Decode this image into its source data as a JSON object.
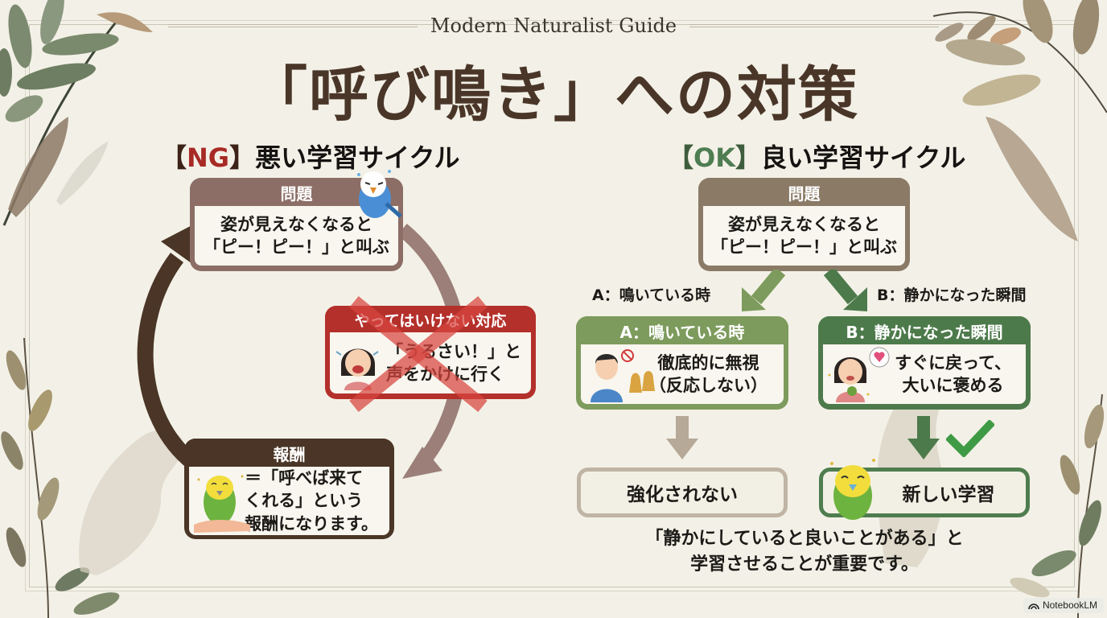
{
  "header": {
    "subtitle": "Modern Naturalist Guide",
    "title": "「呼び鳴き」への対策"
  },
  "ng_section": {
    "tag_open": "【",
    "tag": "NG",
    "tag_close": "】",
    "title": "悪い学習サイクル",
    "problem": {
      "heading": "問題",
      "line1": "姿が見えなくなると",
      "line2": "「ピー！ピー！」と叫ぶ"
    },
    "bad_response": {
      "heading": "やってはいけない対応",
      "line1": "「うるさい！」と",
      "line2": "声をかけに行く"
    },
    "reward": {
      "heading": "報酬",
      "line1": "＝「呼べば来て",
      "line2": "くれる」という",
      "line3": "報酬になります。"
    },
    "colors": {
      "accent": "#a82a25",
      "problem_header": "#8c6e66",
      "bad_header": "#b4302b",
      "reward_header": "#4a3526",
      "arrow_dark": "#4a3526",
      "arrow_light": "#9b7f78"
    }
  },
  "ok_section": {
    "tag_open": "【",
    "tag": "OK",
    "tag_close": "】",
    "title": "良い学習サイクル",
    "problem": {
      "heading": "問題",
      "line1": "姿が見えなくなると",
      "line2": "「ピー！ピー！」と叫ぶ"
    },
    "branch_a_label": "A：鳴いている時",
    "branch_b_label": "B：静かになった瞬間",
    "case_a": {
      "heading": "A：鳴いている時",
      "line1": "徹底的に無視",
      "line2": "（反応しない）"
    },
    "case_b": {
      "heading": "B：静かになった瞬間",
      "line1": "すぐに戻って、",
      "line2": "大いに褒める"
    },
    "result_a": "強化されない",
    "result_b": "新しい学習",
    "summary_line1": "「静かにしていると良いことがある」と",
    "summary_line2": "学習させることが重要です。",
    "colors": {
      "accent": "#4f7d52",
      "problem_header": "#8a7a66",
      "case_a_header": "#7d9b5c",
      "case_b_header": "#4d7a4b",
      "result_a_border": "#c0b4a4",
      "result_b_border": "#4f7d4f",
      "check": "#3f9a45"
    }
  },
  "watermark": {
    "icon": "notebooklm-icon",
    "label": "NotebookLM"
  }
}
